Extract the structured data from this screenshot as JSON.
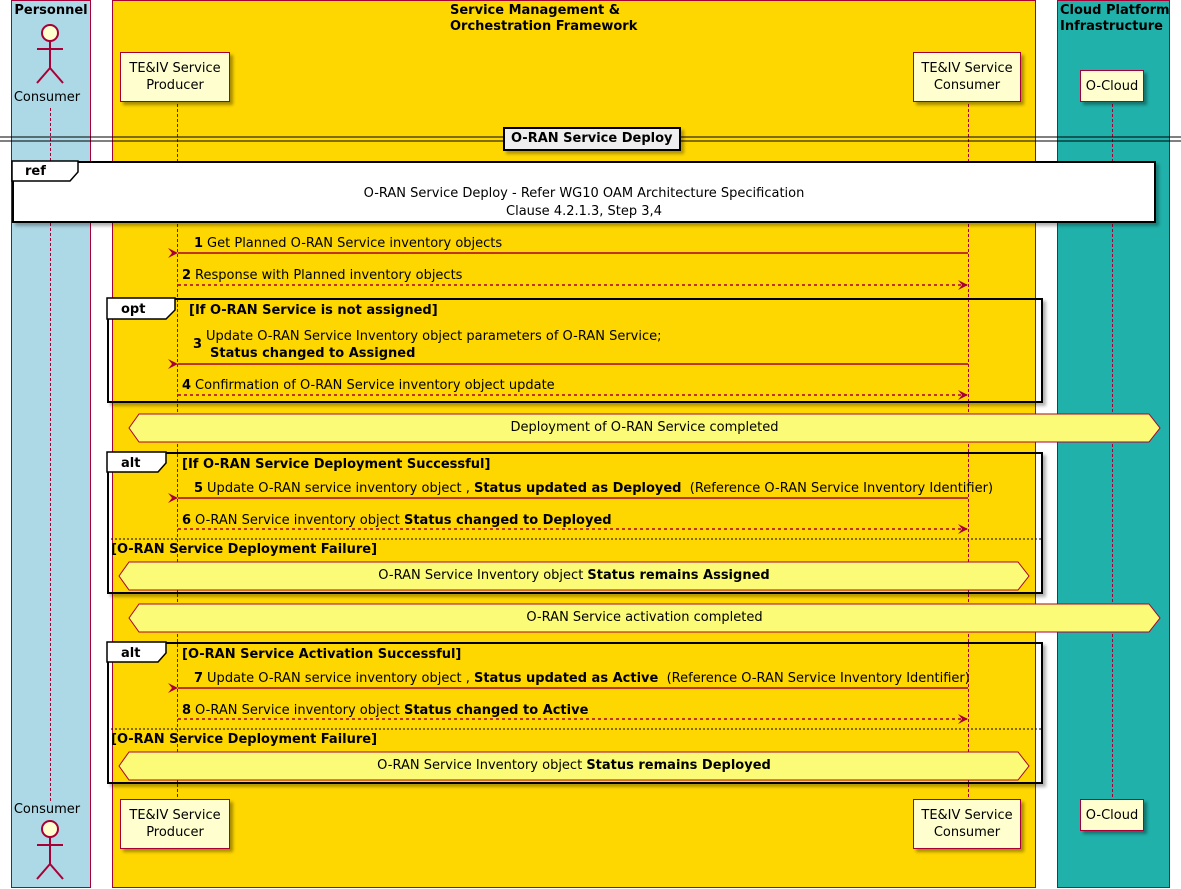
{
  "groups": {
    "personnel": "Personnel",
    "smo": "Service Management &\nOrchestration Framework",
    "cloud": "Cloud Platform\nInfrastructure"
  },
  "participants": {
    "consumer_actor": "Consumer",
    "producer": "TE&IV Service\nProducer",
    "te_consumer": "TE&IV Service\nConsumer",
    "ocloud": "O-Cloud"
  },
  "divider": "O-RAN Service Deploy",
  "ref": {
    "tag": "ref",
    "line1": "O-RAN Service Deploy - Refer WG10 OAM Architecture Specification",
    "line2": "Clause 4.2.1.3, Step 3,4"
  },
  "messages": {
    "m1": {
      "num": "1",
      "text": "Get Planned O-RAN Service inventory objects"
    },
    "m2": {
      "num": "2",
      "text": "Response with Planned inventory objects"
    },
    "m3": {
      "num": "3",
      "text1": "Update O-RAN Service Inventory object parameters of O-RAN Service;",
      "text2": "Status changed to Assigned"
    },
    "m4": {
      "num": "4",
      "text": "Confirmation of O-RAN Service inventory object update"
    },
    "m5": {
      "num": "5",
      "pre": "Update O-RAN service inventory object , ",
      "bold": "Status updated as Deployed",
      "post": "  (Reference O-RAN Service Inventory Identifier)"
    },
    "m6": {
      "num": "6",
      "pre": "O-RAN Service inventory object ",
      "bold": "Status changed to Deployed"
    },
    "m7": {
      "num": "7",
      "pre": "Update O-RAN service inventory object , ",
      "bold": "Status updated as Active",
      "post": "  (Reference O-RAN Service Inventory Identifier)"
    },
    "m8": {
      "num": "8",
      "pre": "O-RAN Service inventory object ",
      "bold": "Status changed to Active"
    }
  },
  "opt": {
    "tag": "opt",
    "guard": "[If O-RAN Service is not assigned]"
  },
  "hex1": "Deployment of O-RAN Service completed",
  "alt1": {
    "tag": "alt",
    "guard": "[If O-RAN Service Deployment Successful]",
    "else_guard": "[O-RAN Service Deployment Failure]",
    "note_pre": "O-RAN Service Inventory object ",
    "note_bold": "Status remains Assigned"
  },
  "hex2": "O-RAN Service activation completed",
  "alt2": {
    "tag": "alt",
    "guard": "[O-RAN Service Activation Successful]",
    "else_guard": "[O-RAN Service Deployment Failure]",
    "note_pre": "O-RAN Service Inventory object ",
    "note_bold": "Status remains Deployed"
  },
  "colors": {
    "personnel_bg": "#ADD8E6",
    "smo_bg": "#FFD700",
    "cloud_bg": "#20B2AA",
    "participant_bg": "#FEFECE",
    "border": "#A80036",
    "hex_bg": "#FBFB77"
  }
}
